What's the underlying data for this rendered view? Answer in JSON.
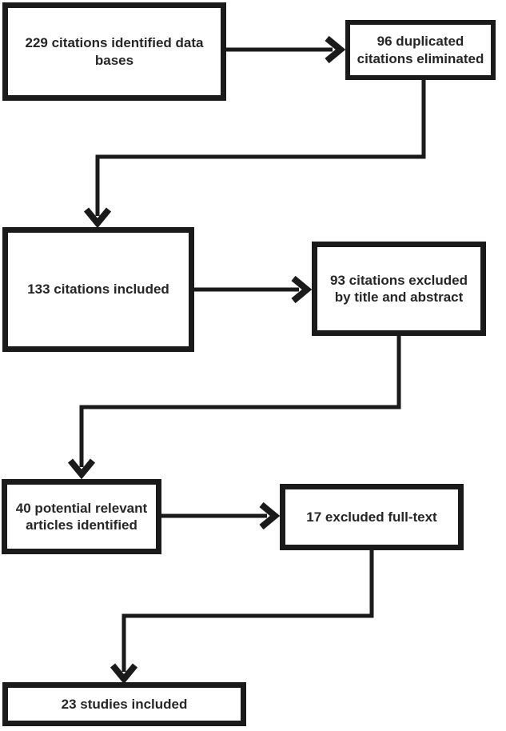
{
  "figure": {
    "type": "flowchart",
    "description": "Study selection flow diagram"
  },
  "colors": {
    "line": "#1a1a1a",
    "text": "#262626",
    "box_fill": "#ffffff",
    "background": "#ffffff"
  },
  "nodes": [
    {
      "id": "citations-identified",
      "label": "229 citations identified data\nbases"
    },
    {
      "id": "duplicates-eliminated",
      "label": "96 duplicated\ncitations eliminated"
    },
    {
      "id": "citations-included",
      "label": "133 citations included"
    },
    {
      "id": "excluded-title-abstract",
      "label": "93 citations excluded\nby title and abstract"
    },
    {
      "id": "potential-articles",
      "label": "40 potential relevant\narticles identified"
    },
    {
      "id": "excluded-fulltext",
      "label": "17 excluded full-text"
    },
    {
      "id": "studies-included",
      "label": "23 studies included"
    }
  ],
  "edges": [
    {
      "from": "citations-identified",
      "to": "duplicates-eliminated"
    },
    {
      "from": "duplicates-eliminated",
      "to": "citations-included"
    },
    {
      "from": "citations-included",
      "to": "excluded-title-abstract"
    },
    {
      "from": "excluded-title-abstract",
      "to": "potential-articles"
    },
    {
      "from": "potential-articles",
      "to": "excluded-fulltext"
    },
    {
      "from": "excluded-fulltext",
      "to": "studies-included"
    }
  ]
}
